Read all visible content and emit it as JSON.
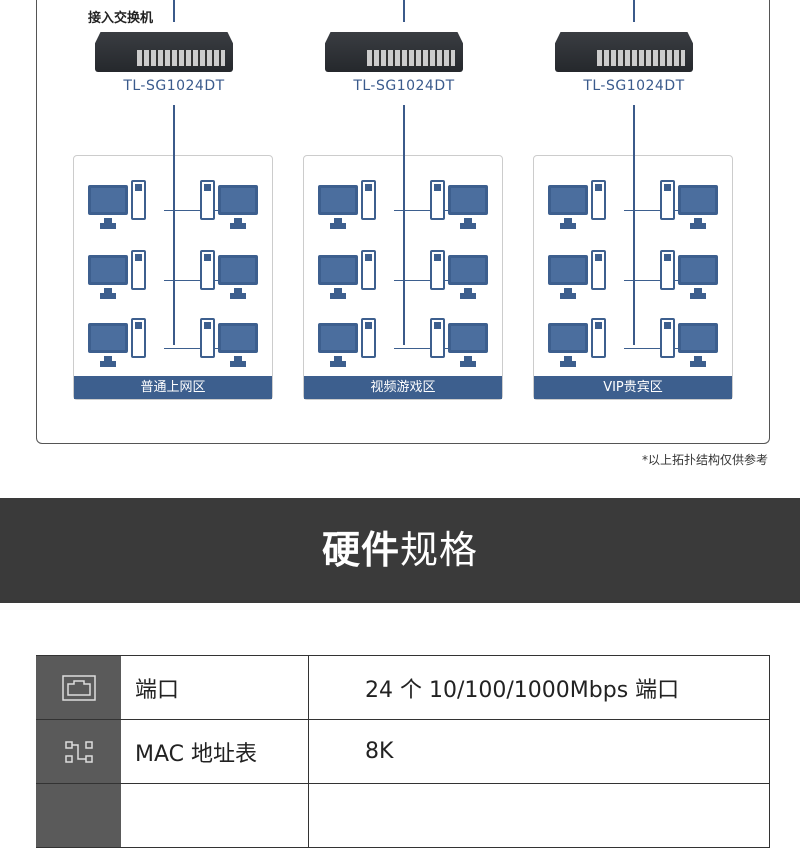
{
  "topology": {
    "access_label": "接入交换机",
    "switches": [
      {
        "model": "TL-SG1024DT"
      },
      {
        "model": "TL-SG1024DT"
      },
      {
        "model": "TL-SG1024DT"
      }
    ],
    "zones": [
      {
        "label": "普通上网区"
      },
      {
        "label": "视频游戏区"
      },
      {
        "label": "VIP贵宾区"
      }
    ],
    "note": "*以上拓扑结构仅供参考"
  },
  "banner": {
    "title_bold": "硬件",
    "title_rest": "规格"
  },
  "specs": [
    {
      "icon": "ethernet-port-icon",
      "label": "端口",
      "value": "24 个 10/100/1000Mbps 端口"
    },
    {
      "icon": "mac-table-icon",
      "label": "MAC 地址表",
      "value": "8K"
    },
    {
      "icon": "spec-icon",
      "label": "",
      "value": ""
    }
  ],
  "colors": {
    "accent": "#3d5f8e",
    "banner": "#3a3a3a",
    "icon_cell": "#5a5a5a"
  }
}
